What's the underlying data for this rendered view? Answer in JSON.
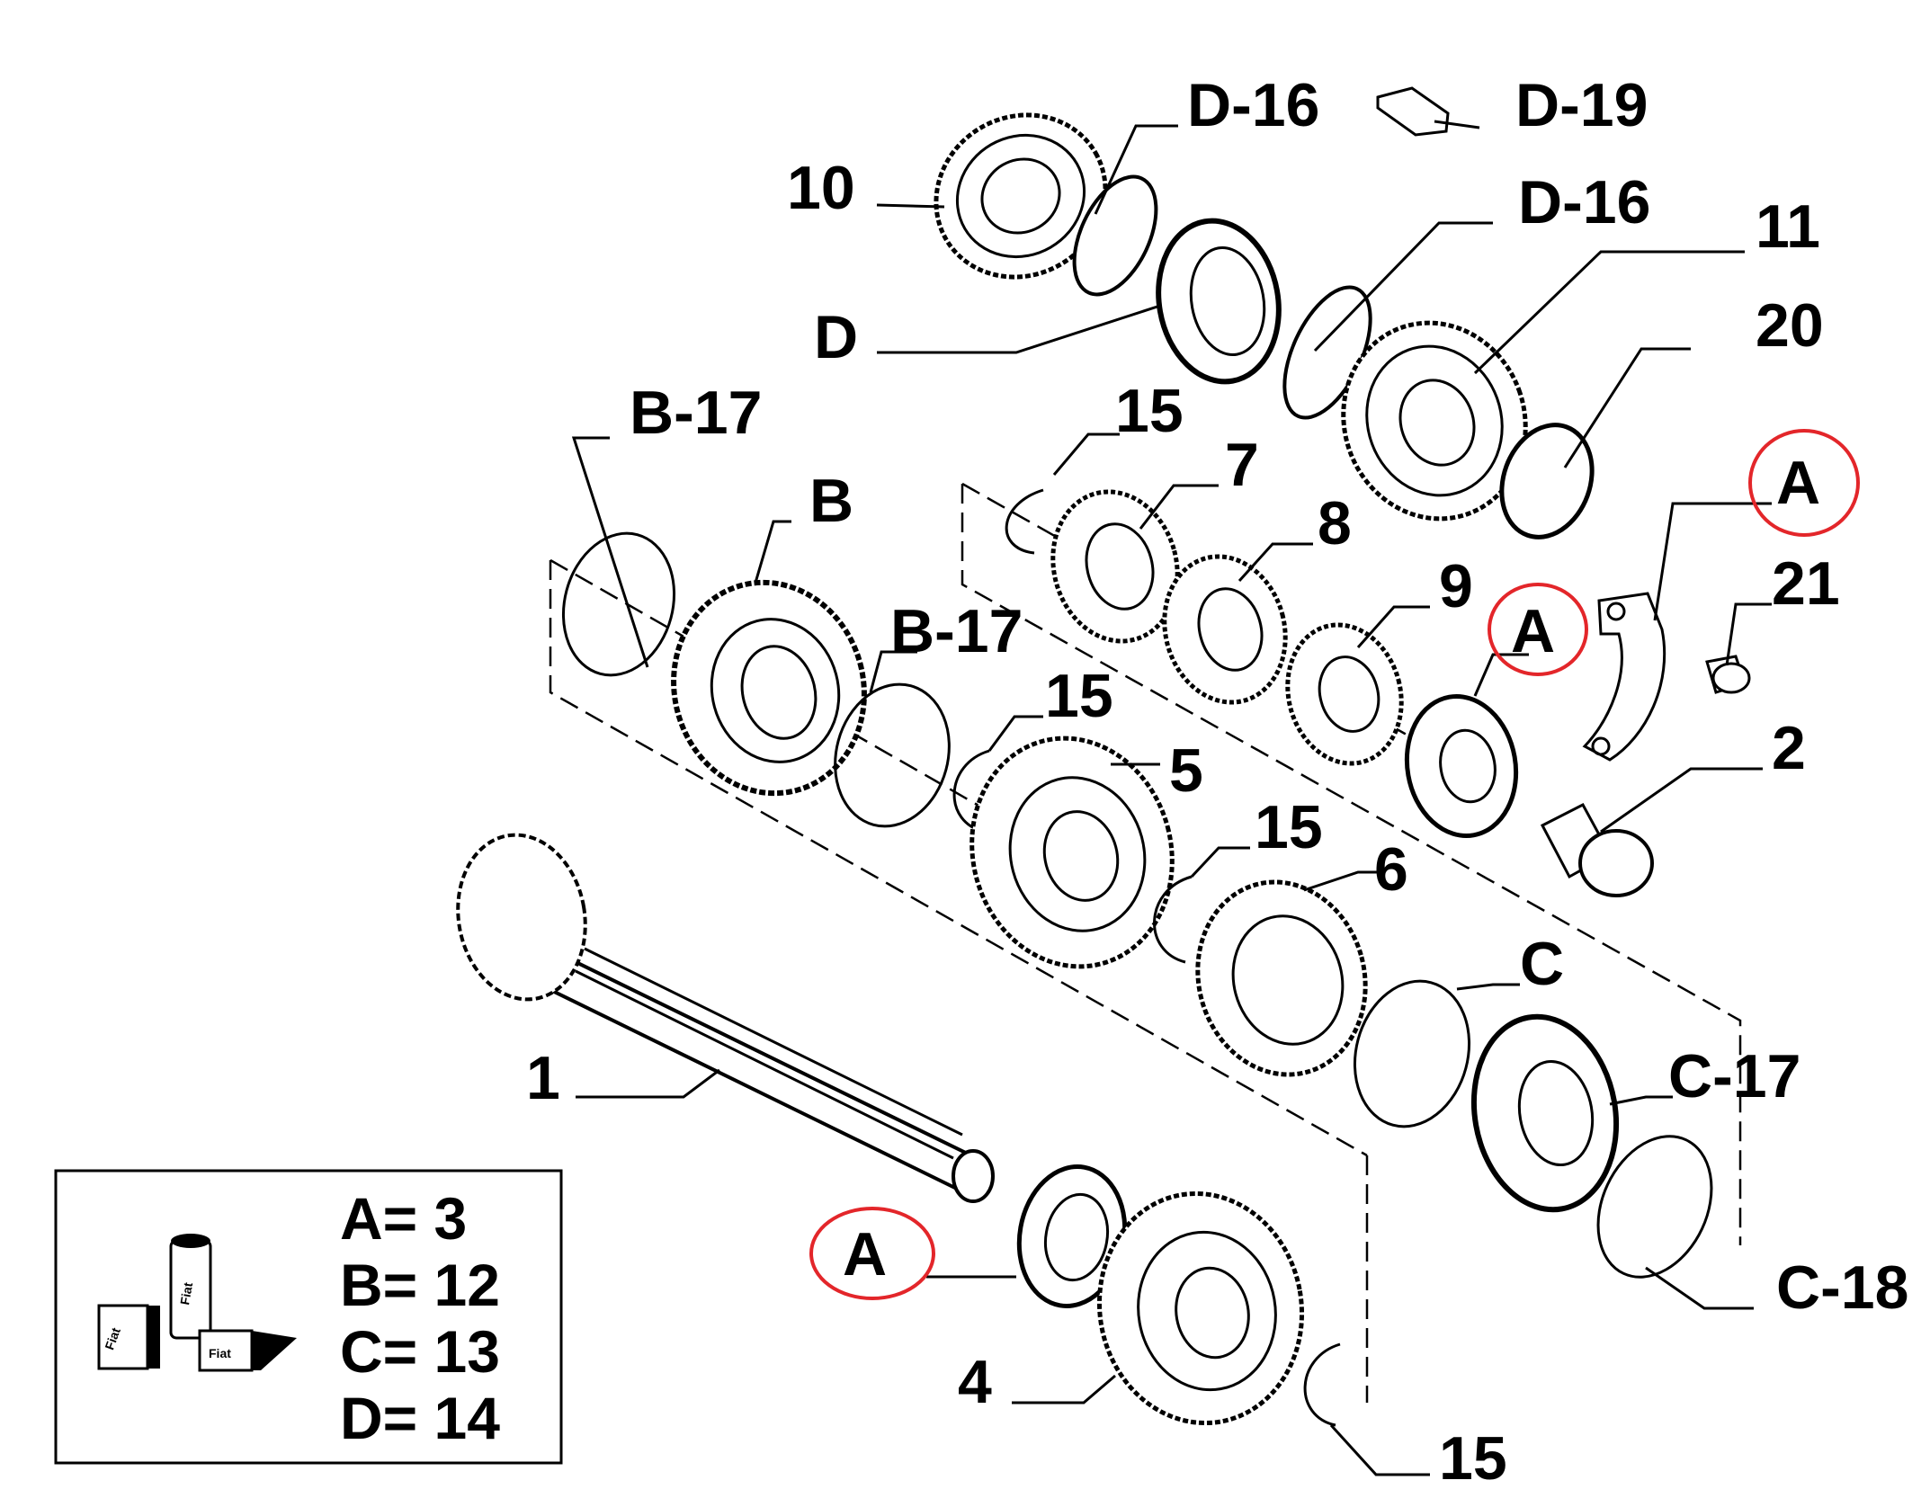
{
  "labels": {
    "d16_top": "D-16",
    "d19": "D-19",
    "p10": "10",
    "d16_mid": "D-16",
    "p11": "11",
    "d": "D",
    "p20": "20",
    "b17_top": "B-17",
    "p15_a": "15",
    "p7": "7",
    "b": "B",
    "p8": "8",
    "a_top": "A",
    "p21": "21",
    "p9": "9",
    "a_mid": "A",
    "b17_mid": "B-17",
    "p15_b": "15",
    "p5": "5",
    "p2": "2",
    "p15_c": "15",
    "p6": "6",
    "c": "C",
    "p1": "1",
    "c17": "C-17",
    "a_low": "A",
    "c18": "C-18",
    "p4": "4",
    "p15_d": "15"
  },
  "legend": {
    "row_a": "A= 3",
    "row_b": "B= 12",
    "row_c": "C= 13",
    "row_d": "D= 14",
    "kit_text": "Fiat"
  },
  "colors": {
    "highlight": "#e3262a",
    "ink": "#000000"
  }
}
